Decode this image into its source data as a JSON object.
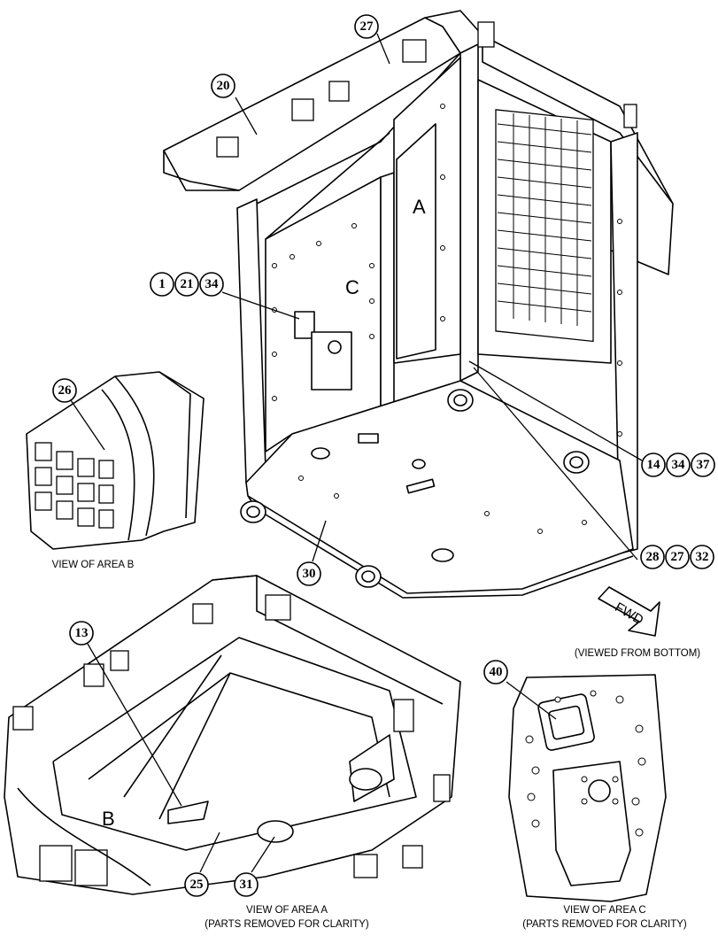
{
  "callouts": {
    "c27_top": "27",
    "c20": "20",
    "c1": "1",
    "c21": "21",
    "c34_left": "34",
    "c26": "26",
    "c14": "14",
    "c34_right": "34",
    "c37": "37",
    "c28": "28",
    "c27_right": "27",
    "c32": "32",
    "c30": "30",
    "c13": "13",
    "c40": "40",
    "c25": "25",
    "c31": "31"
  },
  "area_letters": {
    "a": "A",
    "b": "B",
    "c": "C"
  },
  "captions": {
    "view_b": "VIEW OF AREA  B",
    "viewed_from_bottom": "(VIEWED FROM BOTTOM)",
    "view_a": "VIEW OF AREA  A",
    "view_a_note": "(PARTS REMOVED FOR CLARITY)",
    "view_c": "VIEW OF AREA  C",
    "view_c_note": "(PARTS REMOVED FOR CLARITY)"
  },
  "fwd_label": "FWD"
}
